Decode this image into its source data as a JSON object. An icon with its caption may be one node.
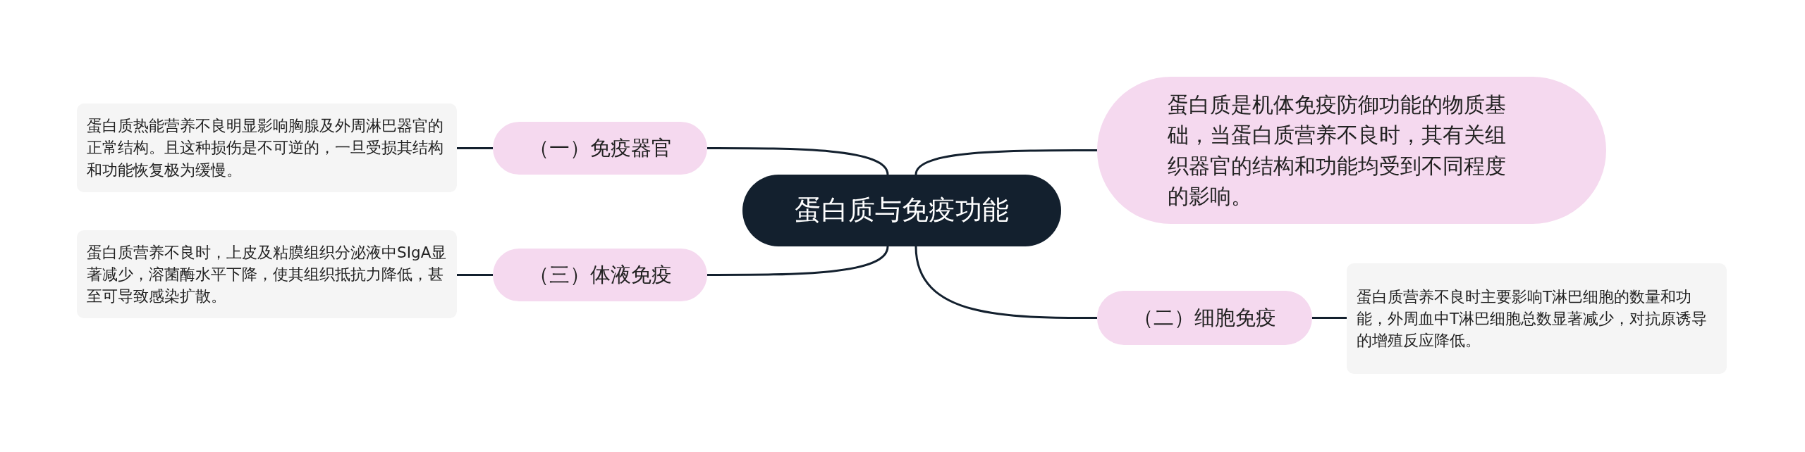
{
  "diagram": {
    "nodes": [
      {
        "text": [
          "蛋白质与免疫功能"
        ]
      },
      {
        "text": [
          "（一）免疫器官"
        ]
      },
      {
        "text": [
          "蛋白质热能营养不良明显影响胸腺及外周淋巴器官的正常结构。且这种损伤是不可逆的，一旦受损其结构和功能恢复极为缓慢。"
        ]
      },
      {
        "text": [
          "蛋白质是机体免疫防御功能的物质基础，当蛋白质营养不良时，其有关组织器官的结构和功能均受到不同程度的影响。"
        ]
      },
      {
        "text": [
          "（三）体液免疫"
        ]
      },
      {
        "text": [
          "蛋白质营养不良时，上皮及粘膜组织分泌液中SIgA显著减少，溶菌酶水平下降，使其组织抵抗力降低，甚至可导致感染扩散。"
        ]
      },
      {
        "text": [
          "（二）细胞免疫"
        ]
      },
      {
        "text": [
          "蛋白质营养不良时主要影响T淋巴细胞的数量和功能，外周血中T淋巴细胞总数显著减少，对抗原诱导的增殖反应降低。"
        ]
      }
    ],
    "edges": [
      {
        "from": 0,
        "to": 1,
        "arrow": "none"
      },
      {
        "from": 1,
        "to": 2,
        "arrow": "none"
      },
      {
        "from": 0,
        "to": 3,
        "arrow": "none"
      },
      {
        "from": 0,
        "to": 4,
        "arrow": "none"
      },
      {
        "from": 4,
        "to": 5,
        "arrow": "none"
      },
      {
        "from": 0,
        "to": 6,
        "arrow": "none"
      },
      {
        "from": 6,
        "to": 7,
        "arrow": "none"
      }
    ]
  }
}
